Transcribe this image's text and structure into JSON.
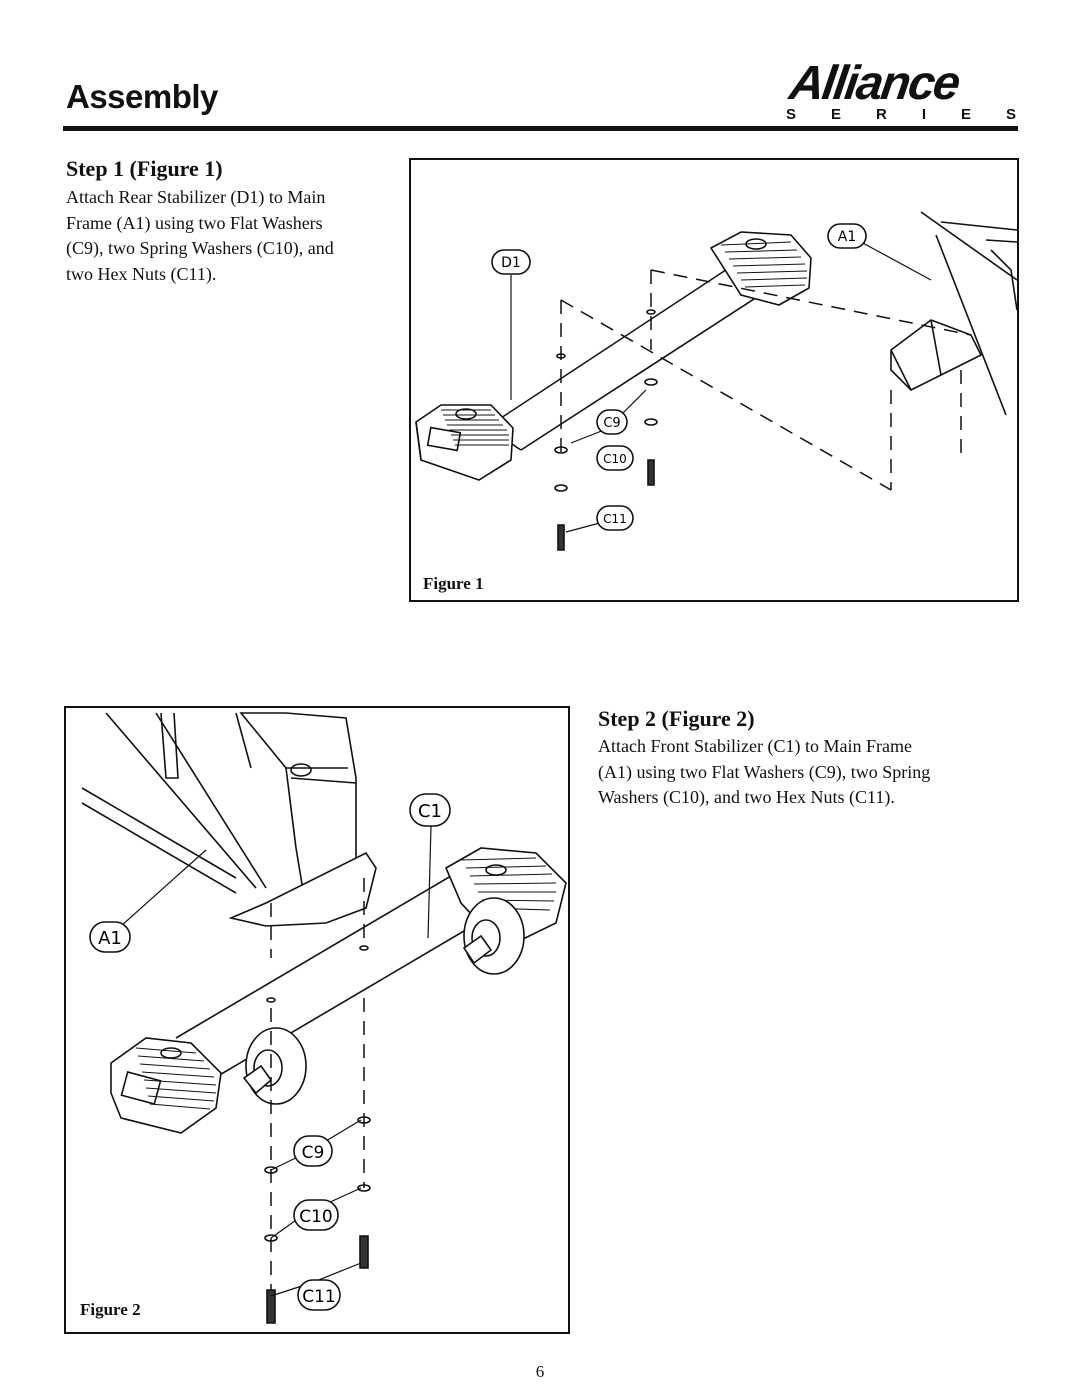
{
  "header": {
    "title": "Assembly",
    "logo_word": "Alliance",
    "logo_series": [
      "S",
      "E",
      "R",
      "I",
      "E",
      "S"
    ]
  },
  "step1": {
    "heading": "Step 1 (Figure 1)",
    "body": [
      "Attach Rear Stabilizer (D1) to Main",
      "Frame (A1) using two Flat Washers",
      "(C9), two Spring Washers (C10), and",
      "two Hex Nuts (C11)."
    ],
    "figure_caption": "Figure 1",
    "labels": {
      "d1": "D1",
      "a1": "A1",
      "c9": "C9",
      "c10": "C10",
      "c11": "C11"
    }
  },
  "step2": {
    "heading": "Step 2 (Figure 2)",
    "body": [
      "Attach Front Stabilizer (C1) to Main Frame",
      "(A1) using two Flat Washers (C9), two Spring",
      "Washers (C10), and two Hex Nuts (C11)."
    ],
    "figure_caption": "Figure 2",
    "labels": {
      "c1": "C1",
      "a1": "A1",
      "c9": "C9",
      "c10": "C10",
      "c11": "C11"
    }
  },
  "footer": {
    "page_number": "6"
  }
}
